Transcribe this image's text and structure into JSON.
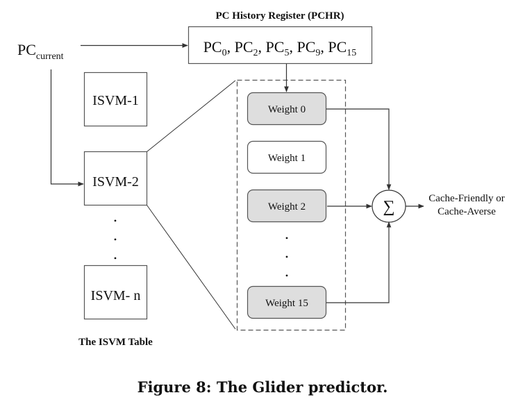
{
  "pchr": {
    "title": "PC History Register (PCHR)",
    "entries": [
      {
        "base": "PC",
        "sub": "0",
        "sep": ", "
      },
      {
        "base": "PC",
        "sub": "2",
        "sep": ", "
      },
      {
        "base": "PC",
        "sub": "5",
        "sep": ", "
      },
      {
        "base": "PC",
        "sub": "9",
        "sep": ", "
      },
      {
        "base": "PC",
        "sub": "15",
        "sep": ""
      }
    ]
  },
  "pc_current": {
    "base": "PC",
    "sub": "current"
  },
  "isvm_table": {
    "label": "The ISVM Table",
    "entries": [
      "ISVM-1",
      "ISVM-2",
      "ISVM- n"
    ],
    "selected": "ISVM-2",
    "ellipsis": "•"
  },
  "weights": {
    "items": [
      {
        "label": "Weight 0",
        "highlighted": true
      },
      {
        "label": "Weight 1",
        "highlighted": false
      },
      {
        "label": "Weight 2",
        "highlighted": true
      },
      {
        "label": "Weight 15",
        "highlighted": true
      }
    ],
    "ellipsis": "•"
  },
  "sum": {
    "symbol": "∑"
  },
  "output": {
    "line1": "Cache-Friendly or",
    "line2": "Cache-Averse"
  },
  "caption": "Figure 8: The Glider predictor.",
  "colors": {
    "highlight_fill": "#dedede",
    "plain_fill": "#ffffff",
    "stroke": "#555555",
    "line": "#333333"
  }
}
